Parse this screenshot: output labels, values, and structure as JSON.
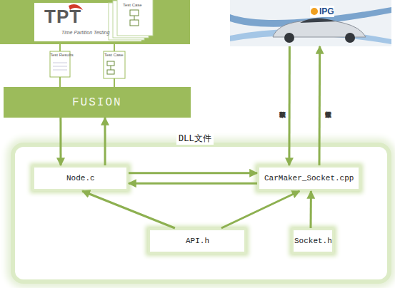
{
  "diagram": {
    "nodes": [
      {
        "text": [
          "TPT",
          "Time Partition Testing"
        ]
      },
      {
        "text": [
          "FUSION"
        ]
      },
      {
        "text": [
          "IPG"
        ]
      },
      {
        "text": [
          "DLL文件"
        ]
      },
      {
        "text": [
          "Node.c"
        ],
        "in": 3
      },
      {
        "text": [
          "CarMaker_Socket.cpp"
        ],
        "in": 3
      },
      {
        "text": [
          "API.h"
        ],
        "in": 3
      },
      {
        "text": [
          "Socket.h"
        ],
        "in": 3
      }
    ],
    "edges": [
      {
        "from": 1,
        "to": 4,
        "arrow": "to"
      },
      {
        "from": 4,
        "to": 1,
        "arrow": "to"
      },
      {
        "from": 4,
        "to": 5,
        "arrow": "to"
      },
      {
        "from": 5,
        "to": 4,
        "arrow": "to"
      },
      {
        "from": 6,
        "to": 4,
        "arrow": "to"
      },
      {
        "from": 6,
        "to": 5,
        "arrow": "to"
      },
      {
        "from": 7,
        "to": 5,
        "arrow": "to"
      },
      {
        "from": 2,
        "to": 5,
        "label": "获取车辆数据",
        "arrow": "to"
      },
      {
        "from": 5,
        "to": 2,
        "label": "设置车辆数据",
        "arrow": "to"
      }
    ],
    "labels": [
      "Test Case",
      "Test Case",
      "Test Results"
    ]
  }
}
